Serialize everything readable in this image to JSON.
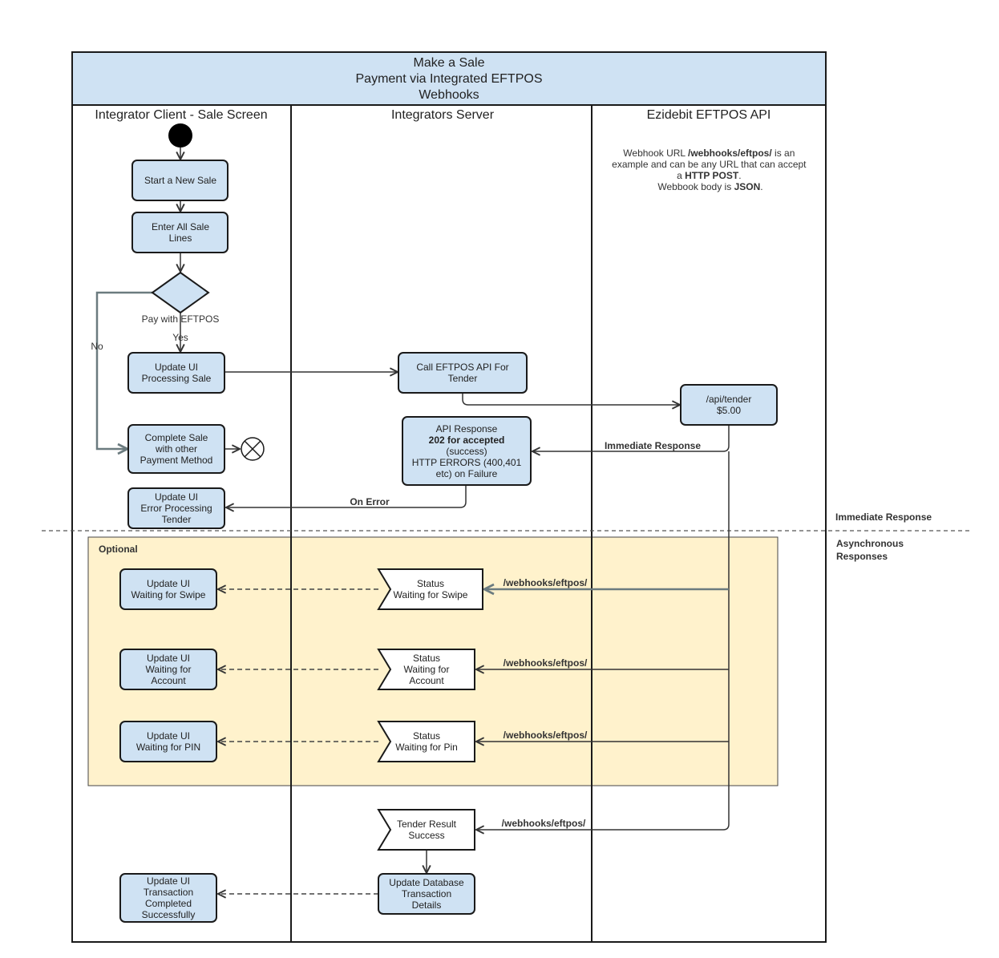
{
  "title": {
    "line1": "Make a Sale",
    "line2": "Payment via Integrated EFTPOS",
    "line3": "Webhooks"
  },
  "lanes": {
    "client": "Integrator Client - Sale Screen",
    "server": "Integrators Server",
    "api": "Ezidebit EFTPOS API"
  },
  "note": {
    "l1a": "Webhook URL ",
    "l1b": "/webhooks/eftpos/",
    "l1c": " is an",
    "l2": "example and can be any URL that can accept",
    "l3a": "a ",
    "l3b": "HTTP POST",
    "l3c": ".",
    "l4a": "Webbook body is ",
    "l4b": "JSON",
    "l4c": "."
  },
  "nodes": {
    "start_sale": "Start a New Sale",
    "enter_lines": [
      "Enter All Sale",
      "Lines"
    ],
    "decision": "Pay with EFTPOS",
    "update_processing": [
      "Update UI",
      "Processing Sale"
    ],
    "complete_other": [
      "Complete Sale",
      "with other",
      "Payment  Method"
    ],
    "update_error": [
      "Update UI",
      "Error Processing",
      "Tender"
    ],
    "call_api": [
      "Call EFTPOS API For",
      "Tender"
    ],
    "api_tender": [
      "/api/tender",
      "$5.00"
    ],
    "api_response": [
      "API Response",
      "202 for accepted",
      "(success)",
      "HTTP ERRORS (400,401",
      "etc) on Failure"
    ],
    "ui_swipe": [
      "Update UI",
      "Waiting for Swipe"
    ],
    "status_swipe": [
      "Status",
      "Waiting for Swipe"
    ],
    "ui_account": [
      "Update UI",
      "Waiting for",
      "Account"
    ],
    "status_account": [
      "Status",
      "Waiting for",
      "Account"
    ],
    "ui_pin": [
      "Update UI",
      "Waiting for PIN"
    ],
    "status_pin": [
      "Status",
      "Waiting for Pin"
    ],
    "tender_result": [
      "Tender Result",
      "Success"
    ],
    "update_db": [
      "Update Database",
      "Transaction",
      "Details"
    ],
    "ui_complete": [
      "Update UI",
      "Transaction",
      "Completed",
      "Successfully"
    ]
  },
  "edges": {
    "yes": "Yes",
    "no": "No",
    "immediate_response": "Immediate Response",
    "on_error": "On Error",
    "webhook1": "/webhooks/eftpos/",
    "webhook2": "/webhooks/eftpos/",
    "webhook3": "/webhooks/eftpos/",
    "webhook4": "/webhooks/eftpos/"
  },
  "zones": {
    "optional": "Optional",
    "immediate": "Immediate Response",
    "async1": "Asynchronous",
    "async2": "Responses"
  },
  "colors": {
    "header_fill": "#cfe2f3",
    "box_fill": "#cfe2f3",
    "optional_fill": "#fff2cc",
    "line": "#1a1a1a"
  }
}
